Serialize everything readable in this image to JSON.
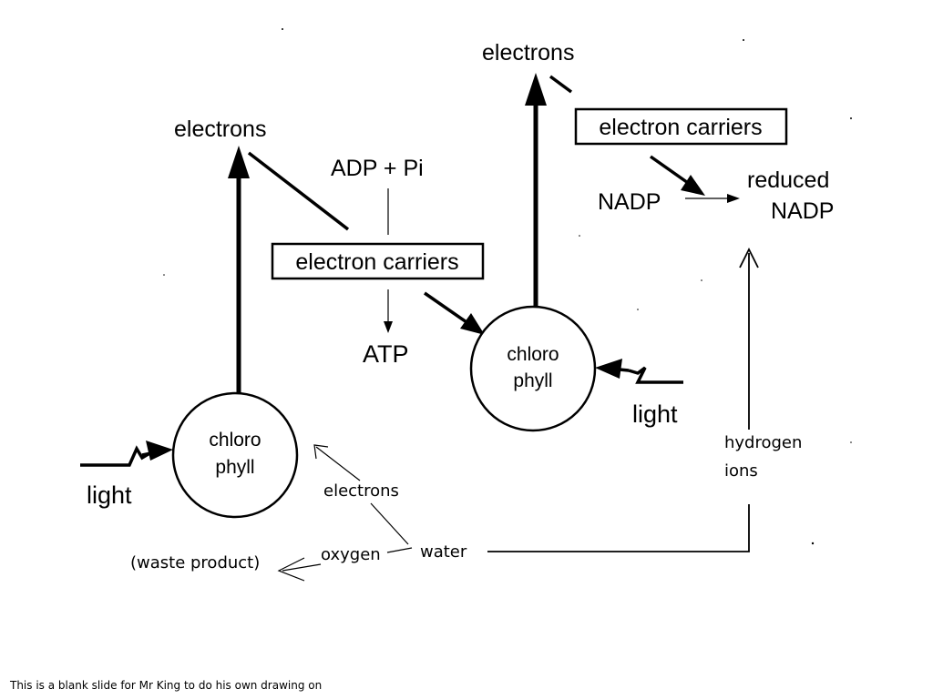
{
  "labels": {
    "electrons_left": "electrons",
    "electrons_top": "electrons",
    "adp_pi": "ADP + Pi",
    "carriers_mid": "electron carriers",
    "carriers_right": "electron carriers",
    "atp": "ATP",
    "nadp": "NADP",
    "reduced_line1": "reduced",
    "reduced_line2": "NADP",
    "chlorophyll_left_1": "chloro",
    "chlorophyll_left_2": "phyll",
    "chlorophyll_right_1": "chloro",
    "chlorophyll_right_2": "phyll",
    "light_left": "light",
    "light_right": "light",
    "hydrogen_1": "hydrogen",
    "hydrogen_2": "ions",
    "electrons_hand": "electrons",
    "oxygen": "oxygen",
    "water": "water",
    "waste_product": "(waste product)"
  },
  "footer": {
    "note": "This is a blank slide for Mr King to do his own drawing on"
  }
}
